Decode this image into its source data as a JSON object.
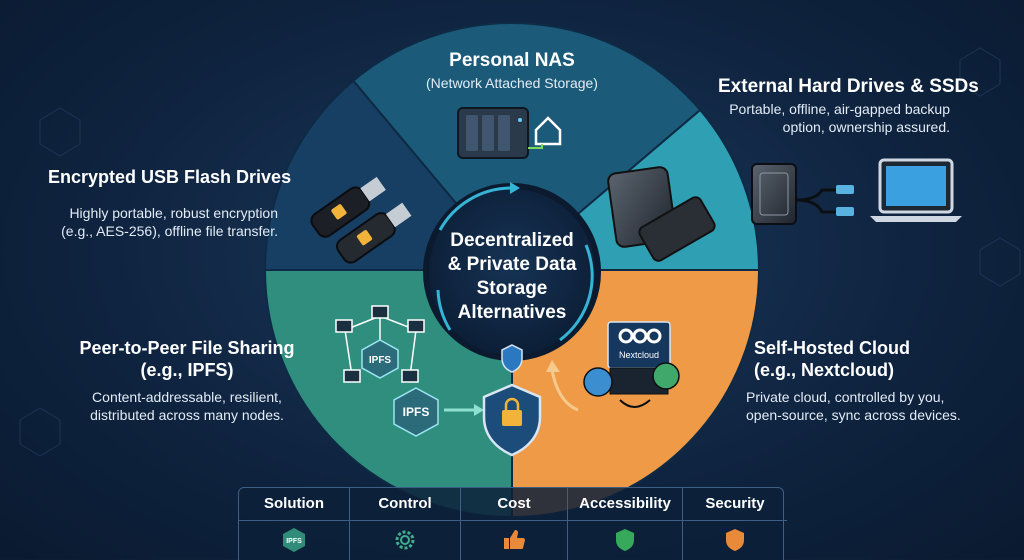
{
  "center_title": [
    "Decentralized",
    "& Private Data",
    "Storage",
    "Alternatives"
  ],
  "segments": {
    "nas": {
      "title": "Personal NAS",
      "subtitle": "(Network Attached Storage)"
    },
    "external": {
      "title": "External Hard Drives & SSDs",
      "description": [
        "Portable, offline, air-gapped backup",
        "option, ownership assured."
      ]
    },
    "usb": {
      "title": "Encrypted USB Flash Drives",
      "description": [
        "Highly portable, robust encryption",
        "(e.g., AES-256), offline file transfer."
      ]
    },
    "p2p": {
      "title": [
        "Peer-to-Peer File Sharing",
        "(e.g., IPFS)"
      ],
      "description": [
        "Content-addressable, resilient,",
        "distributed across many nodes."
      ],
      "badge_top": "IPFS",
      "badge_bottom": "IPFS"
    },
    "cloud": {
      "title": [
        "Self-Hosted Cloud",
        "(e.g., Nextcloud)"
      ],
      "description": [
        "Private cloud, controlled by you,",
        "open-source, sync across devices."
      ],
      "badge": "Nextcloud"
    }
  },
  "table": {
    "columns": [
      {
        "label": "Solution",
        "icon": "ipfs-icon",
        "icon_text": "IPFS"
      },
      {
        "label": "Control",
        "icon": "gear-icon"
      },
      {
        "label": "Cost",
        "icon": "thumbs-up-icon"
      },
      {
        "label": "Accessibility",
        "icon": "green-shield-icon"
      },
      {
        "label": "Security",
        "icon": "orange-shield-icon"
      }
    ]
  },
  "colors": {
    "background": "#0f2440",
    "nas": "#1b5a78",
    "external": "#2f9fb4",
    "usb": "#173e63",
    "p2p": "#2f8e7d",
    "cloud": "#ee9a47",
    "center": "#0d2038"
  }
}
